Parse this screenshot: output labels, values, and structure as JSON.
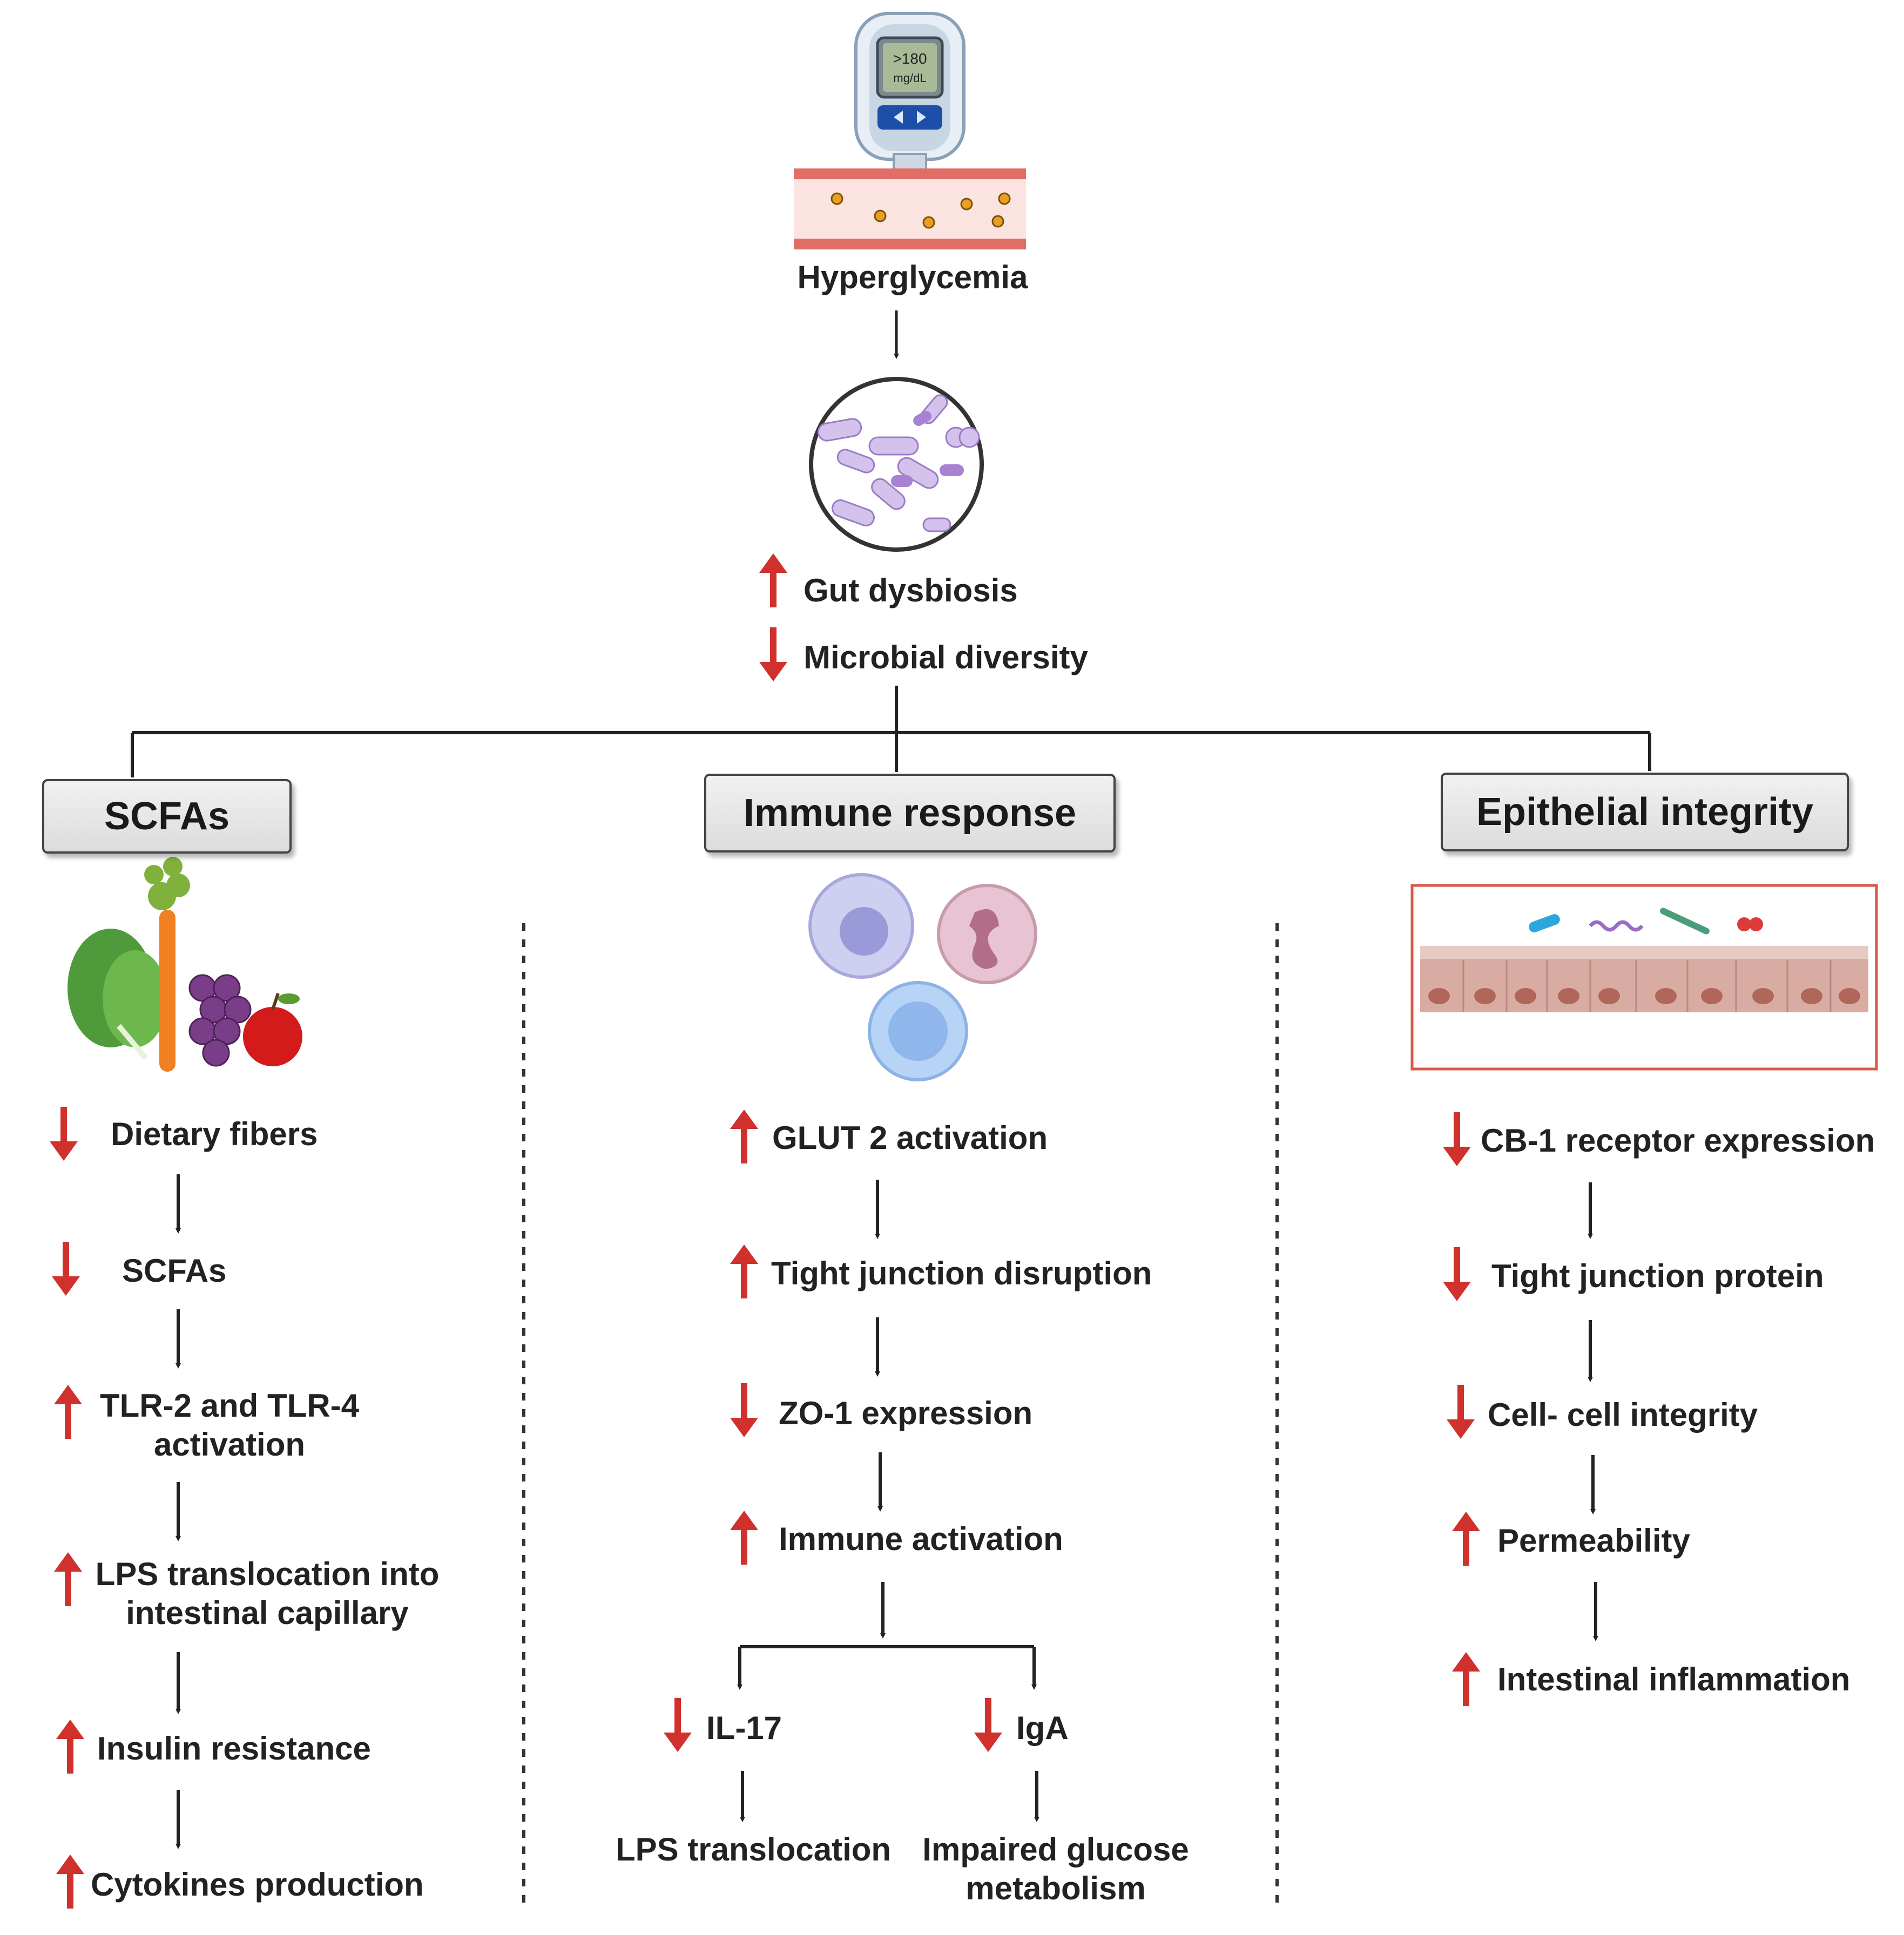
{
  "meter": {
    "display_value": ">180",
    "display_unit": "mg/dL"
  },
  "top": {
    "hyperglycemia": "Hyperglycemia",
    "gut_dysbiosis": "Gut dysbiosis",
    "microbial_diversity": "Microbial diversity"
  },
  "categories": {
    "scfas": "SCFAs",
    "immune": "Immune response",
    "epithelial": "Epithelial integrity"
  },
  "scfa_column": [
    {
      "text": "Dietary fibers",
      "dir": "down"
    },
    {
      "text": "SCFAs",
      "dir": "down"
    },
    {
      "text": "TLR-2 and TLR-4 activation",
      "dir": "up"
    },
    {
      "text": "LPS translocation into intestinal capillary",
      "dir": "up"
    },
    {
      "text": "Insulin resistance",
      "dir": "up"
    },
    {
      "text": "Cytokines production",
      "dir": "up"
    }
  ],
  "immune_column": [
    {
      "text": "GLUT 2 activation",
      "dir": "up"
    },
    {
      "text": "Tight junction disruption",
      "dir": "up"
    },
    {
      "text": "ZO-1 expression",
      "dir": "down"
    },
    {
      "text": "Immune activation",
      "dir": "up"
    }
  ],
  "immune_branches": {
    "left": {
      "text": "IL-17",
      "dir": "down",
      "outcome": "LPS translocation"
    },
    "right": {
      "text": "IgA",
      "dir": "down",
      "outcome": "Impaired glucose metabolism"
    }
  },
  "epithelial_column": [
    {
      "text": "CB-1 receptor expression",
      "dir": "down"
    },
    {
      "text": "Tight junction protein",
      "dir": "down"
    },
    {
      "text": "Cell- cell integrity",
      "dir": "down"
    },
    {
      "text": "Permeability",
      "dir": "up"
    },
    {
      "text": "Intestinal inflammation",
      "dir": "up"
    }
  ],
  "colors": {
    "arrow_red": "#d0312d",
    "arrow_dark": "#222222",
    "box_border": "#444444",
    "vessel": "#e58d86",
    "bacteria": "#b89ad4"
  },
  "icons": [
    "glucometer-icon",
    "blood-vessel-icon",
    "bacteria-icon",
    "food-icon",
    "immune-cells-icon",
    "epithelium-icon"
  ]
}
